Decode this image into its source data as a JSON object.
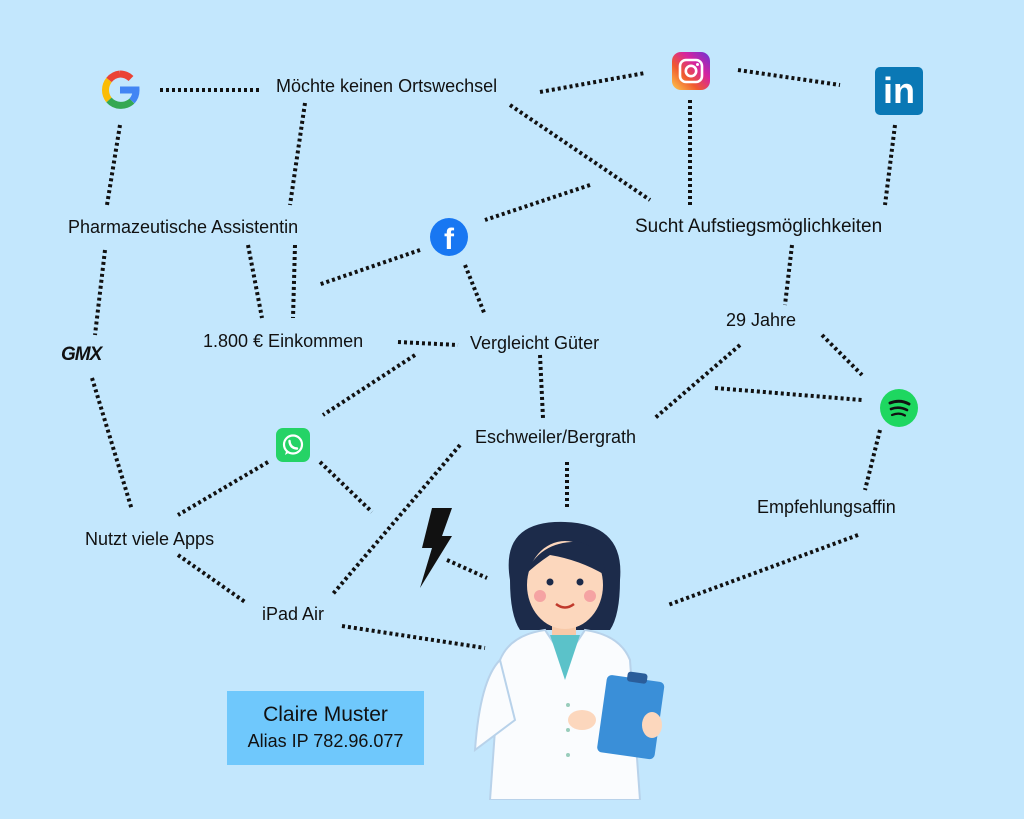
{
  "nodes": {
    "ortswechsel": "Möchte keinen Ortswechsel",
    "pharma": "Pharmazeutische Assistentin",
    "aufstieg": "Sucht Aufstiegsmöglichkeiten",
    "einkommen": "1.800 € Einkommen",
    "vergleicht": "Vergleicht Güter",
    "alter": "29 Jahre",
    "ort": "Eschweiler/Bergrath",
    "empfehlung": "Empfehlungsaffin",
    "apps": "Nutzt viele Apps",
    "ipad": "iPad Air"
  },
  "logos": {
    "google": "G",
    "gmx": "GMX",
    "linkedin": "in",
    "facebook": "f"
  },
  "persona": {
    "name": "Claire Muster",
    "alias": "Alias IP 782.96.077"
  },
  "colors": {
    "background": "#c3e7fd",
    "namebox": "#6fc8fc",
    "linkedin": "#0a78b5",
    "facebook": "#1877f2",
    "spotify": "#1ed760",
    "whatsapp": "#25d366"
  }
}
